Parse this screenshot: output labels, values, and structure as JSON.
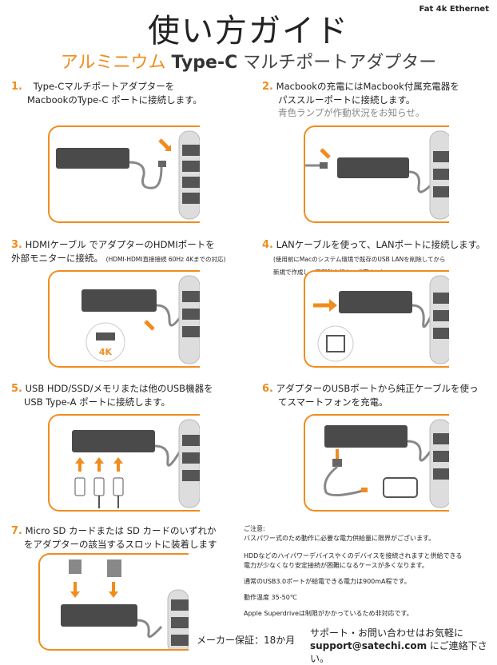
{
  "header": {
    "title": "使い方ガイド",
    "brand": "Fat 4k Ethernet"
  },
  "subtitle": {
    "part1": "アルミニウム",
    "part2": "Type-C",
    "part3": "マルチポートアダプター"
  },
  "steps": [
    {
      "num": "1.",
      "line1": "Type-Cマルチポートアダプターを",
      "line2": "MacbookのType-C ポートに接続します。"
    },
    {
      "num": "2.",
      "line1": "Macbookの充電にはMacbook付属充電器を",
      "line2": "パススルーポートに接続します。",
      "note": "青色ランプが作動状況をお知らせ。"
    },
    {
      "num": "3.",
      "line1": "HDMIケーブル でアダプターのHDMIポートを",
      "line2": "外部モニターに接続。",
      "small": "(HDMI-HDMI直接接続 60Hz 4Kまでの対応)"
    },
    {
      "num": "4.",
      "line1": "LANケーブルを使って、LANポートに接続します。",
      "small1": "(使用前にMacのシステム環境で既存のUSB LANを削除してから",
      "small2": "新規で作成し、再起動を行なって下さい)"
    },
    {
      "num": "5.",
      "line1": "USB HDD/SSD/メモリまたは他のUSB機器を",
      "line2": "USB Type-A ポートに接続します。"
    },
    {
      "num": "6.",
      "line1": "アダプターのUSBポートから純正ケーブルを使っ",
      "line2": "てスマートフォンを充電。"
    },
    {
      "num": "7.",
      "line1": "Micro SD カードまたは SD カードのいずれか",
      "line2": "をアダプターの該当するスロットに装着します"
    }
  ],
  "hdmi_badge": "4K",
  "caution": {
    "heading": "ご注意:",
    "lines": [
      "バスパワー式のため動作に必要な電力供給量に限界がございます。",
      "HDDなどのハイパワーデバイスやくのデバイスを接続されますと供給できる",
      "電力が少なくなり安定接続が困難になるケースが多くなります。",
      "通常のUSB3.0ポートが給電できる電力は900mA程です。",
      "動作温度 35-50℃",
      "Apple Superdriveは制限がかかっているため非対応です。"
    ]
  },
  "footer": {
    "warranty": "メーカー保証：18か月",
    "support1": "サポート・お問い合わせはお気軽に",
    "support_email": "support@satechi.com",
    "support2": "にご連絡下さい。"
  }
}
